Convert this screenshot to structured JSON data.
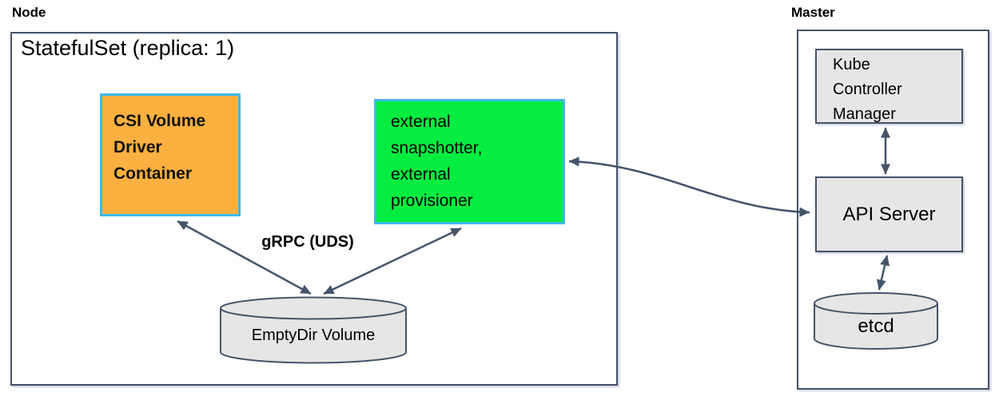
{
  "colors": {
    "orange_fill": "#FBB040",
    "green_fill": "#05ED40",
    "cyan_border": "#3DB9EA",
    "slate": "#44546A",
    "gray_fill": "#E7E6E6",
    "background": "#FFFFFF"
  },
  "node_panel": {
    "title": "Node",
    "statefulset_title": "StatefulSet (replica: 1)",
    "csi_box": {
      "lines": [
        "CSI Volume",
        "Driver",
        "Container"
      ]
    },
    "sidecar_box": {
      "lines": [
        "external",
        "snapshotter,",
        "external",
        "provisioner"
      ]
    },
    "grpc_arrow_label": "gRPC (UDS)",
    "emptydir_cylinder": {
      "label": "EmptyDir Volume"
    }
  },
  "master_panel": {
    "title": "Master",
    "kube_controller_box": {
      "lines": [
        "Kube",
        "Controller",
        "Manager"
      ]
    },
    "api_server_box": {
      "label": "API Server"
    },
    "etcd_cylinder": {
      "label": "etcd"
    }
  }
}
